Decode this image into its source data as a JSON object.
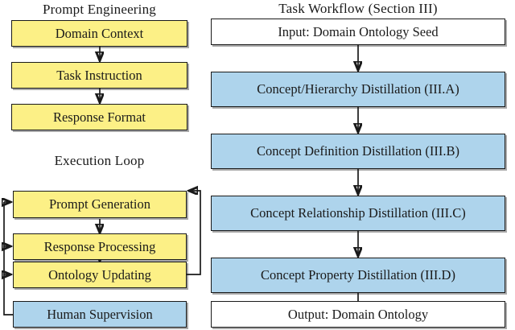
{
  "figure": {
    "background": "#ffffff",
    "node_fill_yellow": "#fcf086",
    "node_fill_blue": "#aed4ec",
    "node_fill_white": "#ffffff",
    "stroke": "#1a1a1a"
  },
  "sections": {
    "prompt_engineering": {
      "title": "Prompt Engineering",
      "nodes": [
        {
          "label": "Domain Context",
          "fill": "yellow"
        },
        {
          "label": "Task Instruction",
          "fill": "yellow"
        },
        {
          "label": "Response Format",
          "fill": "yellow"
        }
      ]
    },
    "execution_loop": {
      "title": "Execution Loop",
      "nodes": [
        {
          "label": "Prompt Generation",
          "fill": "yellow"
        },
        {
          "label": "Response Processing",
          "fill": "yellow"
        },
        {
          "label": "Ontology Updating",
          "fill": "yellow"
        },
        {
          "label": "Human Supervision",
          "fill": "blue"
        }
      ]
    },
    "task_workflow": {
      "title": "Task Workflow (Section III)",
      "nodes": [
        {
          "label": "Input: Domain Ontology Seed",
          "fill": "white"
        },
        {
          "label": "Concept/Hierarchy Distillation (III.A)",
          "fill": "blue"
        },
        {
          "label": "Concept Definition Distillation (III.B)",
          "fill": "blue"
        },
        {
          "label": "Concept Relationship Distillation (III.C)",
          "fill": "blue"
        },
        {
          "label": "Concept Property Distillation (III.D)",
          "fill": "blue"
        },
        {
          "label": "Output: Domain Ontology",
          "fill": "white"
        }
      ]
    }
  }
}
